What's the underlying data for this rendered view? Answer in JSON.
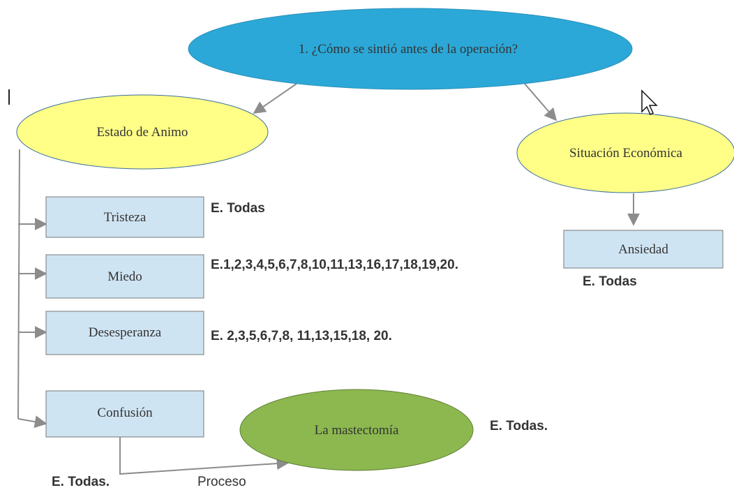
{
  "diagram": {
    "root": {
      "label": "1. ¿Cómo se sintió antes de la operación?",
      "color": "#2ba8d8"
    },
    "branches": {
      "mood": {
        "label": "Estado de Animo",
        "color": "#ffff88"
      },
      "economic": {
        "label": "Situación Económica",
        "color": "#ffff88"
      }
    },
    "items": {
      "sadness": {
        "label": "Tristeza",
        "note": "E. Todas"
      },
      "fear": {
        "label": "Miedo",
        "note": "E.1,2,3,4,5,6,7,8,10,11,13,16,17,18,19,20."
      },
      "hopelessness": {
        "label": "Desesperanza",
        "note": "E. 2,3,5,6,7,8, 11,13,15,18, 20."
      },
      "confusion": {
        "label": "Confusión",
        "note": "E. Todas."
      },
      "anxiety": {
        "label": "Ansiedad",
        "note": "E. Todas"
      }
    },
    "outcome": {
      "label": "La mastectomía",
      "note": "E. Todas.",
      "color": "#8cb84f"
    },
    "edge_label": "Proceso",
    "box_color": "#cfe4f3"
  }
}
